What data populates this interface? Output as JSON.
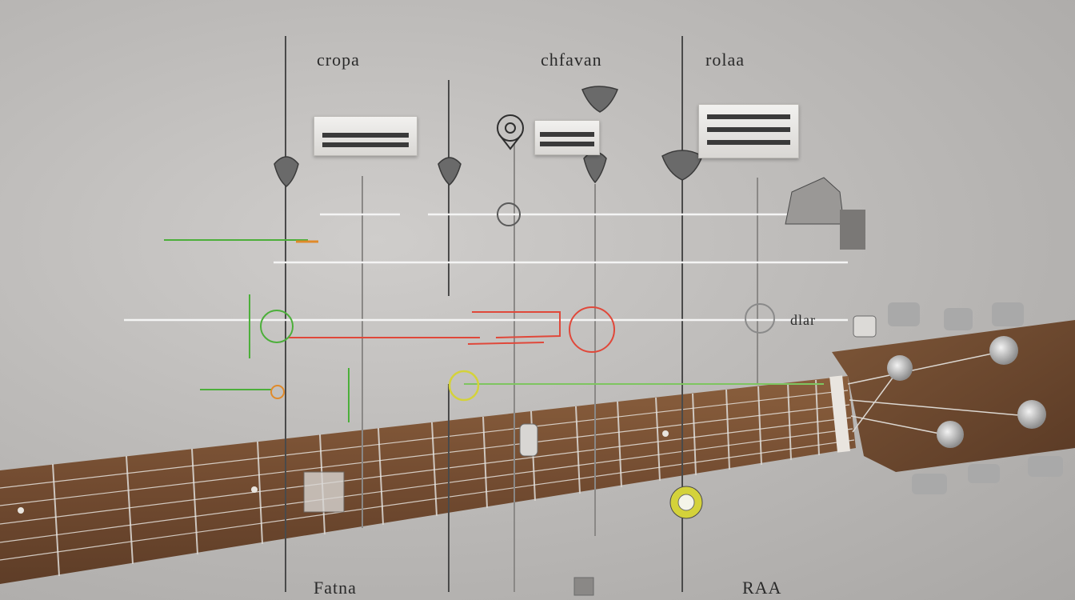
{
  "labels": {
    "top_left": "cropa",
    "top_middle": "chfavan",
    "top_right": "rolaa",
    "bottom_left": "Fatna",
    "bottom_right": "RAA",
    "mid_right": "dlar"
  },
  "colors": {
    "background": "#bdbbb9",
    "fretboard": "#7a5236",
    "headstock": "#6e4a32",
    "grid_line": "#f4f4f4",
    "accent_green": "#4caf3a",
    "accent_red": "#e0483a",
    "accent_orange": "#e08a2a",
    "accent_yellow": "#d4d23a"
  },
  "icons": [
    "guitar-pick-icon",
    "map-pin-icon",
    "tuning-peg-icon",
    "chord-shape-icon"
  ]
}
